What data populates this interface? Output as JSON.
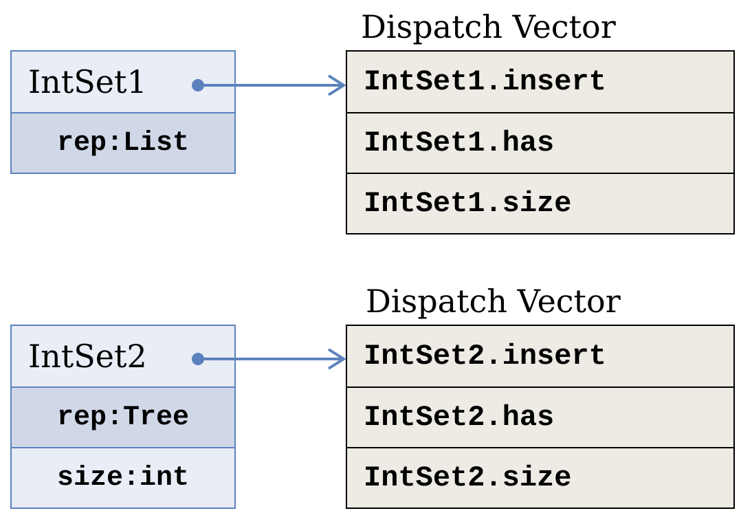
{
  "diagrams": [
    {
      "object": {
        "name": "IntSet1",
        "fields": [
          "rep:List"
        ]
      },
      "vector": {
        "title": "Dispatch Vector",
        "entries": [
          "IntSet1.insert",
          "IntSet1.has",
          "IntSet1.size"
        ]
      }
    },
    {
      "object": {
        "name": "IntSet2",
        "fields": [
          "rep:Tree",
          "size:int"
        ]
      },
      "vector": {
        "title": "Dispatch Vector",
        "entries": [
          "IntSet2.insert",
          "IntSet2.has",
          "IntSet2.size"
        ]
      }
    }
  ],
  "colors": {
    "object_border": "#5b82bd",
    "object_fill": "#e9edf6",
    "object_field_fill": "#d0d8e8",
    "vector_border": "#000000",
    "vector_fill": "#edebe4",
    "arrow": "#5b82bd"
  }
}
